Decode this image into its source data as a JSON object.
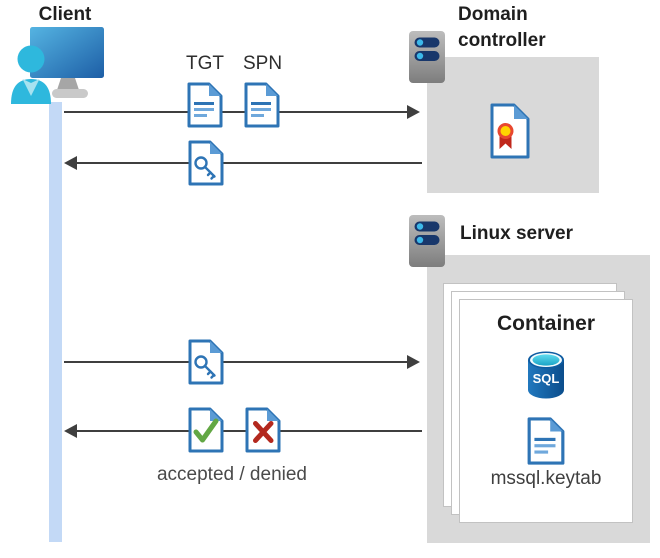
{
  "diagram": {
    "title_context": "Kerberos authentication flow",
    "client": {
      "label": "Client"
    },
    "domain_controller": {
      "label": "Domain controller"
    },
    "linux_server": {
      "label": "Linux server"
    },
    "container": {
      "label": "Container",
      "sql_icon_label": "SQL",
      "keytab_label": "mssql.keytab"
    },
    "messages": {
      "tgt_label": "TGT",
      "spn_label": "SPN",
      "result_label": "accepted / denied"
    },
    "icons": {
      "client": "user-workstation-icon",
      "servers": "server-icon",
      "domain_controller_content": "certificate-icon",
      "request_docs": "document-icon",
      "ticket": "key-document-icon",
      "accepted": "check-document-icon",
      "denied": "x-document-icon",
      "database": "sql-database-icon"
    },
    "colors": {
      "doc_blue": "#2e74b5",
      "doc_blue_light": "#5b9bd5",
      "lifeline_blue": "#c3d9f6",
      "zone_gray": "#d9d9d9",
      "arrow_gray": "#3f3f3f",
      "check_green": "#62a744",
      "cross_red": "#b3281e",
      "sql_body_blue": "#0b4d8c",
      "sql_top_cyan": "#49d2ea",
      "cert_yellow": "#ffd400",
      "cert_red": "#e8472f",
      "person_cyan": "#2eb8dd",
      "monitor_blue": "#1d5ea6",
      "server_bar_navy": "#18376b"
    }
  }
}
